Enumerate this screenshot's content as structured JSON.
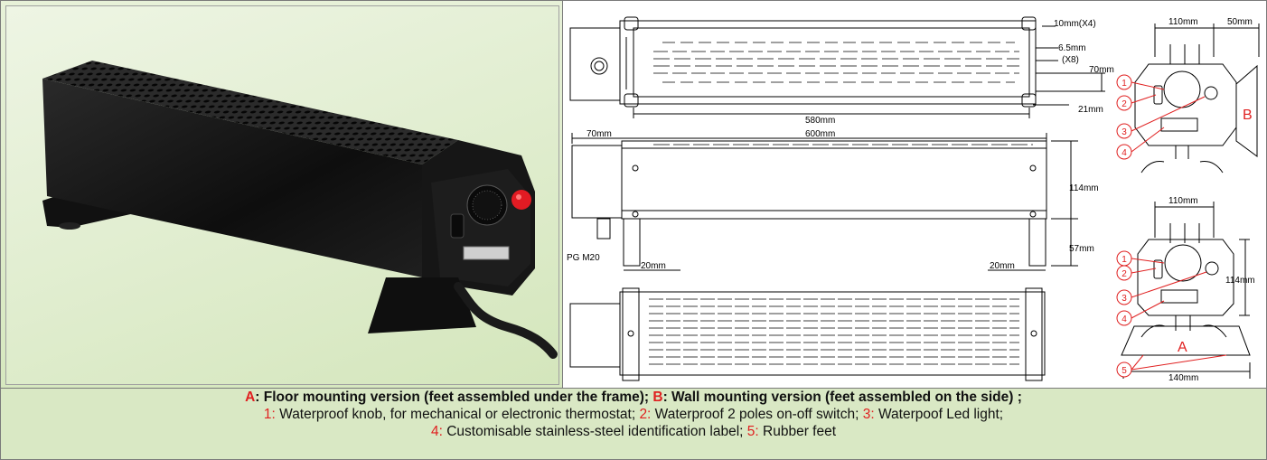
{
  "colors": {
    "accent_red": "#e02020",
    "caption_bg": "#d9e8c4",
    "photo_bg": "#dbeac4"
  },
  "photo": {
    "alt_icon": "convector-heater-photo"
  },
  "drawing": {
    "top_view": {
      "dim_10mm": "10mm(X4)",
      "dim_6_5mm": "6.5mm",
      "dim_x8": "(X8)",
      "dim_70mm": "70mm",
      "dim_21mm": "21mm",
      "dim_580mm": "580mm"
    },
    "front_view": {
      "dim_70mm": "70mm",
      "dim_600mm": "600mm",
      "dim_114mm": "114mm",
      "dim_57mm": "57mm",
      "pg_label": "PG M20",
      "dim_20mm_left": "20mm",
      "dim_20mm_right": "20mm"
    },
    "side_wall": {
      "dim_110mm": "110mm",
      "dim_50mm": "50mm",
      "label_b": "B",
      "callouts": [
        "1",
        "2",
        "3",
        "4"
      ]
    },
    "side_floor": {
      "dim_110mm": "110mm",
      "dim_114mm": "114mm",
      "dim_140mm": "140mm",
      "label_a": "A",
      "callouts": [
        "1",
        "2",
        "3",
        "4",
        "5"
      ]
    }
  },
  "caption": {
    "line1": {
      "a_key": "A",
      "a_text": ": Floor mounting version (feet assembled under the frame); ",
      "b_key": "B",
      "b_text": ": Wall mounting version (feet assembled on the side) ;"
    },
    "line2": {
      "k1": "1:",
      "t1": " Waterproof knob, for mechanical or electronic thermostat; ",
      "k2": "2:",
      "t2": " Waterproof 2 poles on-off switch; ",
      "k3": "3:",
      "t3": " Waterpoof Led light;"
    },
    "line3": {
      "k4": "4:",
      "t4": " Customisable stainless-steel identification label; ",
      "k5": "5:",
      "t5": " Rubber feet"
    }
  }
}
